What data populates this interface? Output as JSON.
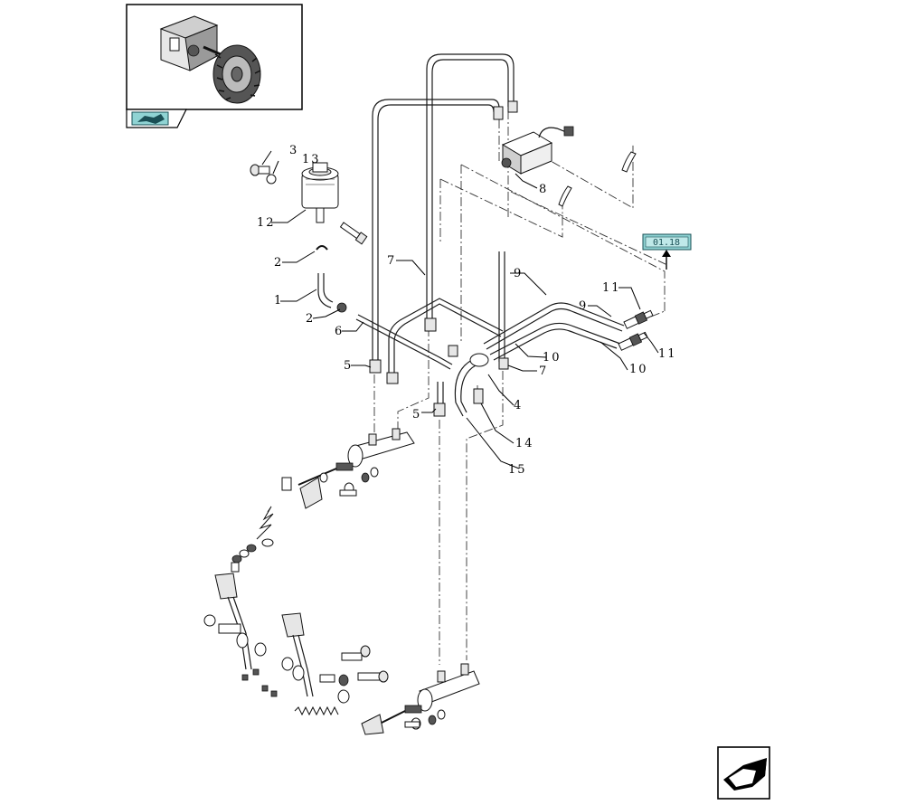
{
  "reference_tag": "01.18",
  "callouts": [
    {
      "id": "c1",
      "text": "1"
    },
    {
      "id": "c2a",
      "text": "2"
    },
    {
      "id": "c2b",
      "text": "2"
    },
    {
      "id": "c3",
      "text": "3"
    },
    {
      "id": "c4",
      "text": "4"
    },
    {
      "id": "c5a",
      "text": "5"
    },
    {
      "id": "c5b",
      "text": "5"
    },
    {
      "id": "c6",
      "text": "6"
    },
    {
      "id": "c7a",
      "text": "7"
    },
    {
      "id": "c7b",
      "text": "7"
    },
    {
      "id": "c8",
      "text": "8"
    },
    {
      "id": "c9a",
      "text": "9"
    },
    {
      "id": "c9b",
      "text": "9"
    },
    {
      "id": "c10a",
      "text": "10"
    },
    {
      "id": "c10b",
      "text": "10"
    },
    {
      "id": "c11a",
      "text": "11"
    },
    {
      "id": "c11b",
      "text": "11"
    },
    {
      "id": "c12",
      "text": "12"
    },
    {
      "id": "c13",
      "text": "13"
    },
    {
      "id": "c14",
      "text": "14"
    },
    {
      "id": "c15",
      "text": "15"
    }
  ],
  "colors": {
    "accent": "#8fd3d3",
    "accent_dark": "#1a4f55",
    "line": "#1a1a1a"
  },
  "icons": {
    "thumbnail_nav": "tractor-axle-thumbnail",
    "thumbnail_tab": "book-arrow-icon",
    "next_page": "next-page-arrow-icon"
  }
}
